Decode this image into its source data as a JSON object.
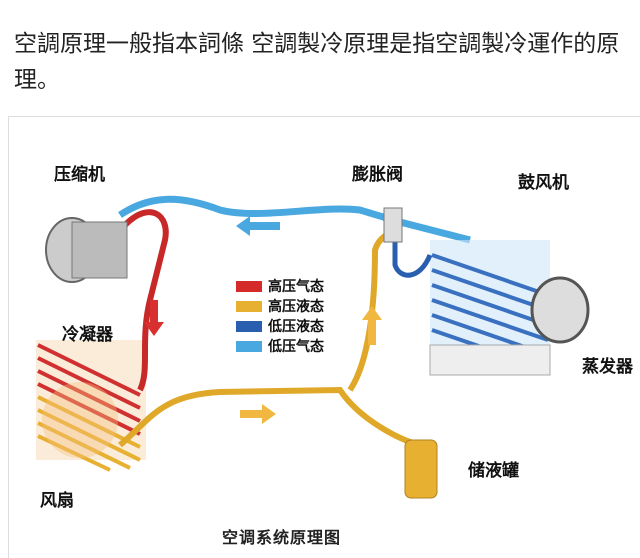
{
  "intro_text": "空調原理一般指本詞條 空調製冷原理是指空調製冷運作的原理。",
  "diagram": {
    "labels": {
      "compressor": "压缩机",
      "expansion_valve": "膨胀阀",
      "blower": "鼓风机",
      "condenser": "冷凝器",
      "evaporator": "蒸发器",
      "fan": "风扇",
      "receiver": "储液罐"
    },
    "legend": [
      {
        "label": "高压气态",
        "color": "#d42a2a"
      },
      {
        "label": "高压液态",
        "color": "#e8b030"
      },
      {
        "label": "低压液态",
        "color": "#2a5fb0"
      },
      {
        "label": "低压气态",
        "color": "#4aa8e0"
      }
    ],
    "caption": "空调系统原理图"
  }
}
